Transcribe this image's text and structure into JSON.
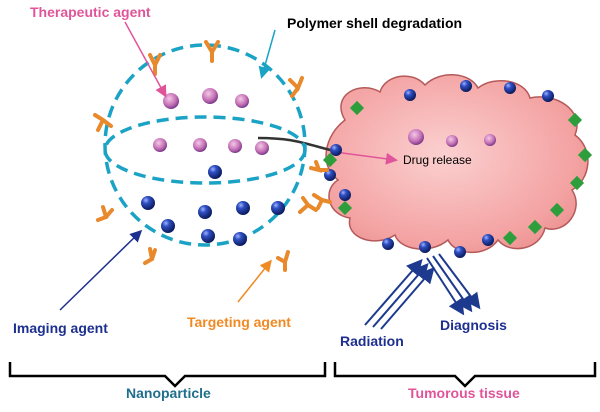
{
  "labels": {
    "therapeutic_agent": "Therapeutic agent",
    "polymer_shell_degradation": "Polymer shell degradation",
    "drug_release": "Drug release",
    "imaging_agent": "Imaging agent",
    "targeting_agent": "Targeting agent",
    "radiation": "Radiation",
    "diagnosis": "Diagnosis",
    "nanoparticle": "Nanoparticle",
    "tumorous_tissue": "Tumorous tissue"
  },
  "colors": {
    "therapeutic_label": "#e0559a",
    "targeting_label": "#f08a24",
    "imaging_label": "#1d2f8f",
    "nanoparticle_label": "#1f6e8c",
    "tumor_label": "#e0559a",
    "shell_stroke": "#1ba3c6",
    "antibody": "#e8892b",
    "tissue_fill": "#f6a9a9",
    "marker": "#2e9e3c",
    "sphere": "#1d3a8f"
  }
}
